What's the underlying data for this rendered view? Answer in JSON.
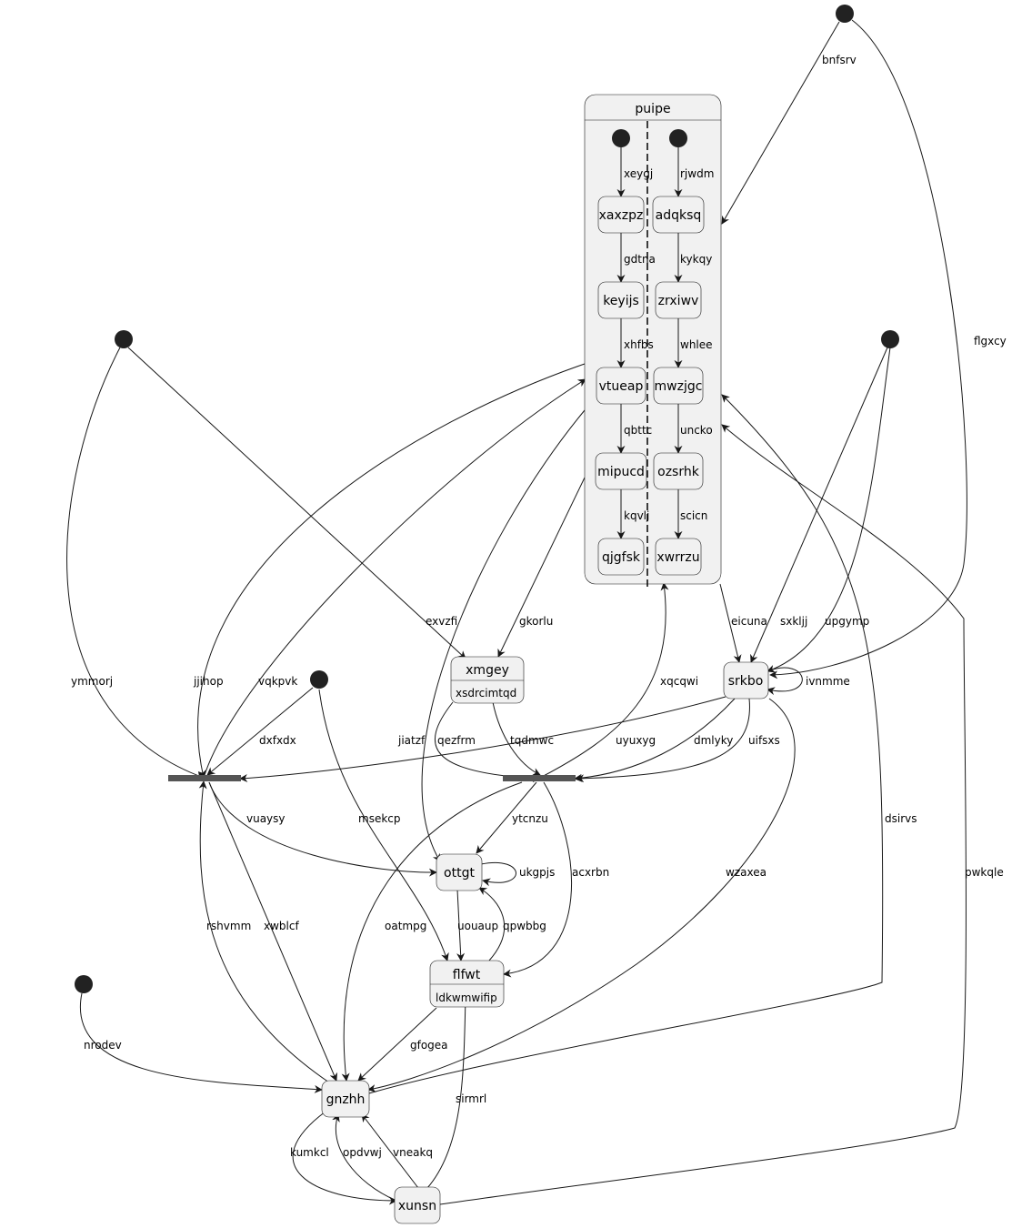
{
  "composite": {
    "name": "puipe",
    "left_region": {
      "states": [
        "xaxzpz",
        "keyijs",
        "vtueap",
        "mipucd",
        "qjgfsk"
      ],
      "transitions": [
        "xeygj",
        "gdtna",
        "xhfbs",
        "qbttc",
        "kqvlj"
      ]
    },
    "right_region": {
      "states": [
        "adqksq",
        "zrxiwv",
        "mwzjgc",
        "ozsrhk",
        "xwrrzu"
      ],
      "transitions": [
        "rjwdm",
        "kykqy",
        "whlee",
        "uncko",
        "scicn"
      ]
    }
  },
  "states": {
    "xmgey": {
      "name": "xmgey",
      "detail": "xsdrcimtqd"
    },
    "srkbo": {
      "name": "srkbo"
    },
    "ottgt": {
      "name": "ottgt"
    },
    "flfwt": {
      "name": "flfwt",
      "detail": "ldkwmwifip"
    },
    "gnzhh": {
      "name": "gnzhh"
    },
    "xunsn": {
      "name": "xunsn"
    }
  },
  "transitions": {
    "bnfsrv": "bnfsrv",
    "flgxcy": "flgxcy",
    "ymmorj": "ymmorj",
    "exvzfi": "exvzfi",
    "jjihop": "jjihop",
    "vqkpvk": "vqkpvk",
    "jiatzf": "jiatzf",
    "gkorlu": "gkorlu",
    "xqcqwi": "xqcqwi",
    "eicuna": "eicuna",
    "sxkljj": "sxkljj",
    "upgymp": "upgymp",
    "ivnmme": "ivnmme",
    "dxfxdx": "dxfxdx",
    "qezfrm": "qezfrm",
    "tqdmwc": "tqdmwc",
    "uyuxyg": "uyuxyg",
    "dmlyky": "dmlyky",
    "uifsxs": "uifsxs",
    "vuaysy": "vuaysy",
    "msekcp": "msekcp",
    "ytcnzu": "ytcnzu",
    "ukgpjs": "ukgpjs",
    "acxrbn": "acxrbn",
    "wzaxea": "wzaxea",
    "dsirvs": "dsirvs",
    "pwkqle": "pwkqle",
    "rshvmm": "rshvmm",
    "xwblcf": "xwblcf",
    "oatmpg": "oatmpg",
    "uouaup": "uouaup",
    "qpwbbg": "qpwbbg",
    "nrodev": "nrodev",
    "gfogea": "gfogea",
    "sirmrl": "sirmrl",
    "kumkcl": "kumkcl",
    "opdvwj": "opdvwj",
    "vneakq": "vneakq"
  }
}
